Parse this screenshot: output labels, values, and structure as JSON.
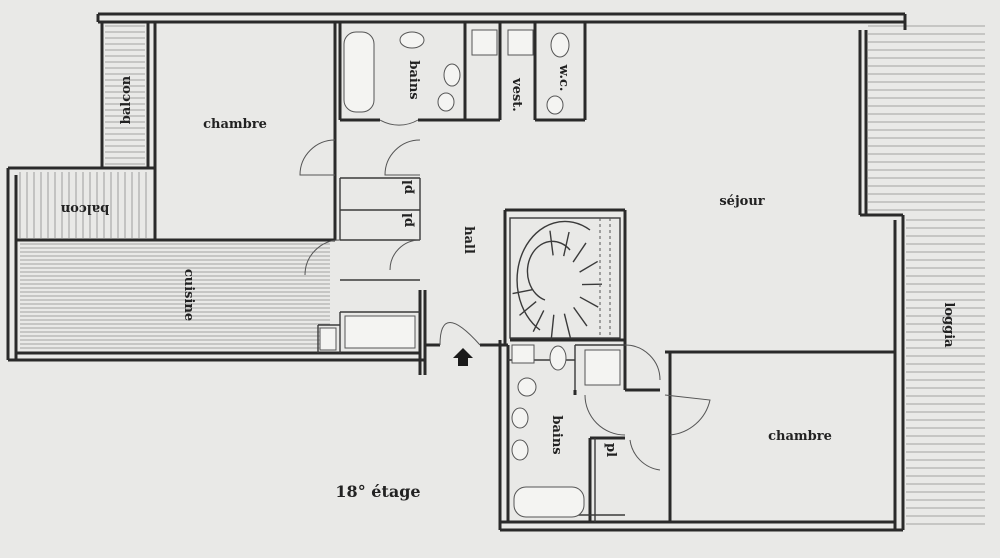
{
  "labels": {
    "balcon_top": "balcon",
    "balcon_left": "balcon",
    "chambre_top": "chambre",
    "bains_top": "bains",
    "vest": "vest.",
    "wc": "w.c.",
    "sejour": "séjour",
    "hall": "hall",
    "pl_top": "pl",
    "pl_mid": "pl",
    "pl_bottom": "pl",
    "cuisine": "cuisine",
    "loggia": "loggia",
    "bains_bottom": "bains",
    "chambre_bottom": "chambre",
    "etage": "18° étage"
  },
  "colors": {
    "paper": "#e9e9e7",
    "ink": "#2a2a2a"
  }
}
